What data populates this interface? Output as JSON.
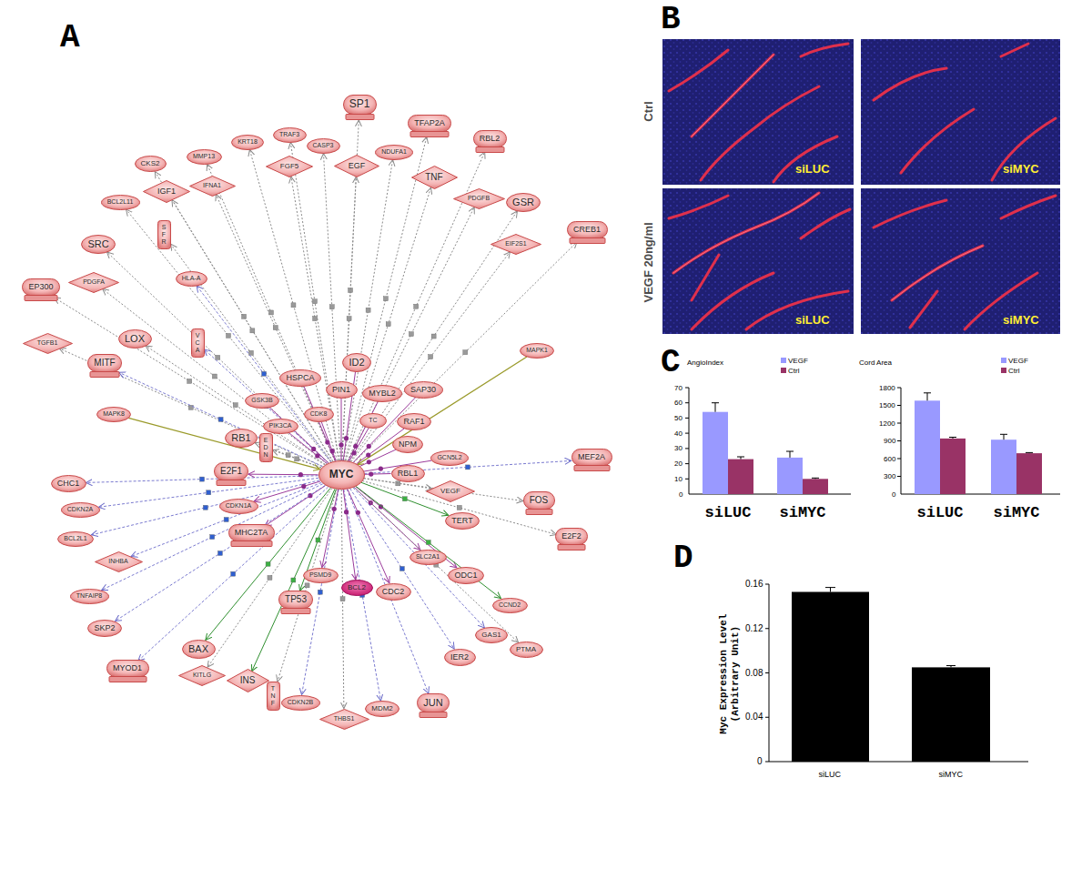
{
  "diagram": {
    "nodes": [
      {
        "text": [
          "MYC"
        ]
      },
      {
        "text": [
          "SP1"
        ]
      },
      {
        "text": [
          "TFAP2A"
        ]
      },
      {
        "text": [
          "RBL2"
        ]
      },
      {
        "text": [
          "CREB1"
        ]
      },
      {
        "text": [
          "GSR"
        ]
      },
      {
        "text": [
          "EIF2S1"
        ]
      },
      {
        "text": [
          "PDGFB"
        ]
      },
      {
        "text": [
          "TNF"
        ]
      },
      {
        "text": [
          "NDUFA1"
        ]
      },
      {
        "text": [
          "EGF"
        ]
      },
      {
        "text": [
          "CASP3"
        ]
      },
      {
        "text": [
          "FGF5"
        ]
      },
      {
        "text": [
          "TRAF3"
        ]
      },
      {
        "text": [
          "KRT18"
        ]
      },
      {
        "text": [
          "MMP13"
        ]
      },
      {
        "text": [
          "IFNA1"
        ]
      },
      {
        "text": [
          "CKS2"
        ]
      },
      {
        "text": [
          "IGF1"
        ]
      },
      {
        "text": [
          "BCL2L11"
        ]
      },
      {
        "text": [
          "SFR"
        ]
      },
      {
        "text": [
          "SRC"
        ]
      },
      {
        "text": [
          "EP300"
        ]
      },
      {
        "text": [
          "PDGFA"
        ]
      },
      {
        "text": [
          "HLA-A"
        ]
      },
      {
        "text": [
          "VCA"
        ]
      },
      {
        "text": [
          "LOX"
        ]
      },
      {
        "text": [
          "TGFB1"
        ]
      },
      {
        "text": [
          "MITF"
        ]
      },
      {
        "text": [
          "MAPK8"
        ]
      },
      {
        "text": [
          "RB1"
        ]
      },
      {
        "text": [
          "EDN"
        ]
      },
      {
        "text": [
          "CHC1"
        ]
      },
      {
        "text": [
          "E2F1"
        ]
      },
      {
        "text": [
          "CDKN2A"
        ]
      },
      {
        "text": [
          "CDKN1A"
        ]
      },
      {
        "text": [
          "BCL2L1"
        ]
      },
      {
        "text": [
          "MHC2TA"
        ]
      },
      {
        "text": [
          "INHBA"
        ]
      },
      {
        "text": [
          "TNFAIP8"
        ]
      },
      {
        "text": [
          "SKP2"
        ]
      },
      {
        "text": [
          "MYOD1"
        ]
      },
      {
        "text": [
          "BAX"
        ]
      },
      {
        "text": [
          "KITLG"
        ]
      },
      {
        "text": [
          "INS"
        ]
      },
      {
        "text": [
          "TP53"
        ]
      },
      {
        "text": [
          "TNF"
        ]
      },
      {
        "text": [
          "CDKN2B"
        ]
      },
      {
        "text": [
          "THBS1"
        ]
      },
      {
        "text": [
          "MDM2"
        ]
      },
      {
        "text": [
          "JUN"
        ]
      },
      {
        "text": [
          "PSMD9"
        ]
      },
      {
        "text": [
          "BCL2"
        ]
      },
      {
        "text": [
          "CDC2"
        ]
      },
      {
        "text": [
          "SLC2A1"
        ]
      },
      {
        "text": [
          "ODC1"
        ]
      },
      {
        "text": [
          "IER2"
        ]
      },
      {
        "text": [
          "GAS1"
        ]
      },
      {
        "text": [
          "PTMA"
        ]
      },
      {
        "text": [
          "CCND2"
        ]
      },
      {
        "text": [
          "TERT"
        ]
      },
      {
        "text": [
          "VEGF"
        ]
      },
      {
        "text": [
          "FOS"
        ]
      },
      {
        "text": [
          "E2F2"
        ]
      },
      {
        "text": [
          "MEF2A"
        ]
      },
      {
        "text": [
          "MAPK1"
        ]
      },
      {
        "text": [
          "HSPCA"
        ]
      },
      {
        "text": [
          "ID2"
        ]
      },
      {
        "text": [
          "PIN1"
        ]
      },
      {
        "text": [
          "MYBL2"
        ]
      },
      {
        "text": [
          "SAP30"
        ]
      },
      {
        "text": [
          "CDK8"
        ]
      },
      {
        "text": [
          "GSK3B"
        ]
      },
      {
        "text": [
          "PIK3CA"
        ]
      },
      {
        "text": [
          "TC"
        ]
      },
      {
        "text": [
          "RAF1"
        ]
      },
      {
        "text": [
          "NPM"
        ]
      },
      {
        "text": [
          "GCN5L2"
        ]
      },
      {
        "text": [
          "RBL1"
        ]
      }
    ],
    "edges": [
      {
        "from": 0,
        "to": 1,
        "arrow": "to"
      },
      {
        "from": 0,
        "to": 2,
        "arrow": "to"
      },
      {
        "from": 0,
        "to": 3,
        "arrow": "to"
      },
      {
        "from": 0,
        "to": 4,
        "arrow": "to"
      },
      {
        "from": 0,
        "to": 5,
        "arrow": "to"
      },
      {
        "from": 0,
        "to": 6,
        "arrow": "to"
      },
      {
        "from": 0,
        "to": 7,
        "arrow": "to"
      },
      {
        "from": 0,
        "to": 8,
        "arrow": "to"
      },
      {
        "from": 0,
        "to": 9,
        "arrow": "to"
      },
      {
        "from": 0,
        "to": 10,
        "arrow": "to"
      },
      {
        "from": 0,
        "to": 11,
        "arrow": "to"
      },
      {
        "from": 0,
        "to": 12,
        "arrow": "to"
      },
      {
        "from": 0,
        "to": 13,
        "arrow": "to"
      },
      {
        "from": 0,
        "to": 14,
        "arrow": "to"
      },
      {
        "from": 0,
        "to": 15,
        "arrow": "to"
      },
      {
        "from": 0,
        "to": 16,
        "arrow": "to"
      },
      {
        "from": 0,
        "to": 17,
        "arrow": "to"
      },
      {
        "from": 0,
        "to": 18,
        "arrow": "to"
      },
      {
        "from": 0,
        "to": 19,
        "arrow": "to"
      },
      {
        "from": 0,
        "to": 20,
        "arrow": "to"
      },
      {
        "from": 0,
        "to": 21,
        "arrow": "to"
      },
      {
        "from": 0,
        "to": 22,
        "arrow": "to"
      },
      {
        "from": 0,
        "to": 23,
        "arrow": "to"
      },
      {
        "from": 0,
        "to": 24,
        "arrow": "to"
      },
      {
        "from": 0,
        "to": 25,
        "arrow": "to"
      },
      {
        "from": 0,
        "to": 26,
        "arrow": "to"
      },
      {
        "from": 0,
        "to": 27,
        "arrow": "to"
      },
      {
        "from": 0,
        "to": 28,
        "arrow": "to"
      },
      {
        "from": 29,
        "to": 0,
        "arrow": "to"
      },
      {
        "from": 0,
        "to": 30,
        "arrow": "to"
      },
      {
        "from": 0,
        "to": 31,
        "arrow": "to"
      },
      {
        "from": 0,
        "to": 32,
        "arrow": "to"
      },
      {
        "from": 0,
        "to": 33,
        "arrow": "to"
      },
      {
        "from": 0,
        "to": 34,
        "arrow": "to"
      },
      {
        "from": 0,
        "to": 35,
        "arrow": "to"
      },
      {
        "from": 0,
        "to": 36,
        "arrow": "to"
      },
      {
        "from": 0,
        "to": 37,
        "arrow": "to"
      },
      {
        "from": 0,
        "to": 38,
        "arrow": "to"
      },
      {
        "from": 0,
        "to": 39,
        "arrow": "to"
      },
      {
        "from": 0,
        "to": 40,
        "arrow": "to"
      },
      {
        "from": 0,
        "to": 41,
        "arrow": "to"
      },
      {
        "from": 0,
        "to": 42,
        "arrow": "to"
      },
      {
        "from": 0,
        "to": 43,
        "arrow": "to"
      },
      {
        "from": 0,
        "to": 44,
        "arrow": "to"
      },
      {
        "from": 0,
        "to": 45,
        "arrow": "to"
      },
      {
        "from": 0,
        "to": 46,
        "arrow": "to"
      },
      {
        "from": 0,
        "to": 47,
        "arrow": "to"
      },
      {
        "from": 0,
        "to": 48,
        "arrow": "to"
      },
      {
        "from": 0,
        "to": 49,
        "arrow": "to"
      },
      {
        "from": 0,
        "to": 50,
        "arrow": "to"
      },
      {
        "from": 0,
        "to": 51,
        "arrow": "to"
      },
      {
        "from": 0,
        "to": 52,
        "arrow": "to"
      },
      {
        "from": 0,
        "to": 53,
        "arrow": "to"
      },
      {
        "from": 0,
        "to": 54,
        "arrow": "to"
      },
      {
        "from": 0,
        "to": 55,
        "arrow": "to"
      },
      {
        "from": 0,
        "to": 56,
        "arrow": "to"
      },
      {
        "from": 0,
        "to": 57,
        "arrow": "to"
      },
      {
        "from": 0,
        "to": 58,
        "arrow": "to"
      },
      {
        "from": 0,
        "to": 59,
        "arrow": "to"
      },
      {
        "from": 0,
        "to": 60,
        "arrow": "to"
      },
      {
        "from": 0,
        "to": 61,
        "arrow": "to"
      },
      {
        "from": 0,
        "to": 62,
        "arrow": "to"
      },
      {
        "from": 0,
        "to": 63,
        "arrow": "to"
      },
      {
        "from": 0,
        "to": 64,
        "arrow": "to"
      },
      {
        "from": 65,
        "to": 0,
        "arrow": "to"
      },
      {
        "from": 0,
        "to": 66,
        "arrow": "none"
      },
      {
        "from": 0,
        "to": 67,
        "arrow": "none"
      },
      {
        "from": 0,
        "to": 68,
        "arrow": "none"
      },
      {
        "from": 0,
        "to": 69,
        "arrow": "none"
      },
      {
        "from": 0,
        "to": 70,
        "arrow": "none"
      },
      {
        "from": 0,
        "to": 71,
        "arrow": "none"
      },
      {
        "from": 0,
        "to": 72,
        "arrow": "none"
      },
      {
        "from": 0,
        "to": 73,
        "arrow": "none"
      },
      {
        "from": 0,
        "to": 74,
        "arrow": "none"
      },
      {
        "from": 0,
        "to": 75,
        "arrow": "none"
      },
      {
        "from": 0,
        "to": 76,
        "arrow": "none"
      },
      {
        "from": 0,
        "to": 77,
        "arrow": "none"
      },
      {
        "from": 0,
        "to": 78,
        "arrow": "none"
      }
    ],
    "labels": [
      "A",
      "B",
      "C",
      "D",
      "Ctrl",
      "VEGF 20ng/ml",
      "siLUC",
      "siMYC",
      "siLUC",
      "siMYC",
      "AngioIndex",
      "70",
      "60",
      "50",
      "40",
      "30",
      "20",
      "10",
      "0",
      "siLUC",
      "siMYC",
      "Cord Area",
      "1800",
      "1500",
      "1200",
      "900",
      "600",
      "300",
      "0",
      "siLUC",
      "siMYC",
      "Myc Expression Level (Arbitrary Unit)",
      "0.16",
      "0.12",
      "0.08",
      "0.04",
      "0",
      "siLUC",
      "siMYC"
    ],
    "legend": [
      {
        "text": "VEGF",
        "color": "#9999FF"
      },
      {
        "text": "Ctrl",
        "color": "#993366"
      },
      {
        "text": "VEGF",
        "color": "#9999FF"
      },
      {
        "text": "Ctrl",
        "color": "#993366"
      }
    ]
  }
}
